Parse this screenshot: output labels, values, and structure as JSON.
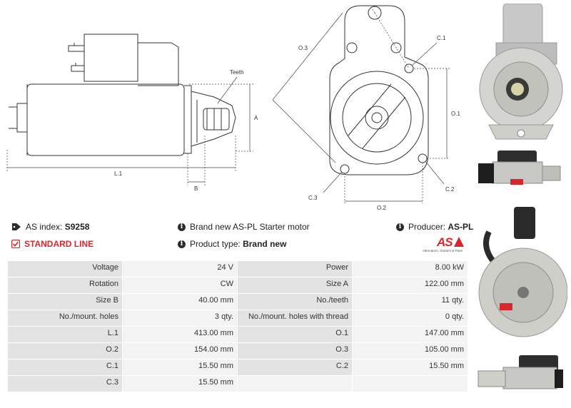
{
  "drawing_labels": {
    "teeth": "Teeth",
    "a": "A",
    "l1": "L.1",
    "b": "B",
    "o3": "O.3",
    "c1": "C.1",
    "o1": "O.1",
    "c3": "C.3",
    "c2": "C.2",
    "o2": "O.2"
  },
  "info": {
    "as_index_label": "AS index:",
    "as_index_value": "S9258",
    "standard_line": "STANDARD LINE",
    "description": "Brand new AS-PL Starter motor",
    "product_type_label": "Product type:",
    "product_type_value": "Brand new",
    "producer_label": "Producer:",
    "producer_value": "AS-PL",
    "logo_text": "AS",
    "logo_tagline": "Alternators, Starters & Parts"
  },
  "specs": [
    {
      "l1": "Voltage",
      "v1": "24 V",
      "l2": "Power",
      "v2": "8.00 kW"
    },
    {
      "l1": "Rotation",
      "v1": "CW",
      "l2": "Size A",
      "v2": "122.00 mm"
    },
    {
      "l1": "Size B",
      "v1": "40.00 mm",
      "l2": "No./teeth",
      "v2": "11 qty."
    },
    {
      "l1": "No./mount. holes",
      "v1": "3 qty.",
      "l2": "No./mount. holes with thread",
      "v2": "0 qty."
    },
    {
      "l1": "L.1",
      "v1": "413.00 mm",
      "l2": "O.1",
      "v2": "147.00 mm"
    },
    {
      "l1": "O.2",
      "v1": "154.00 mm",
      "l2": "O.3",
      "v2": "105.00 mm"
    },
    {
      "l1": "C.1",
      "v1": "15.50 mm",
      "l2": "C.2",
      "v2": "15.50 mm"
    },
    {
      "l1": "C.3",
      "v1": "15.50 mm",
      "l2": "",
      "v2": ""
    }
  ],
  "colors": {
    "accent_red": "#d9262c",
    "label_cell": "#e3e3e3",
    "value_cell": "#f3f3f3"
  }
}
